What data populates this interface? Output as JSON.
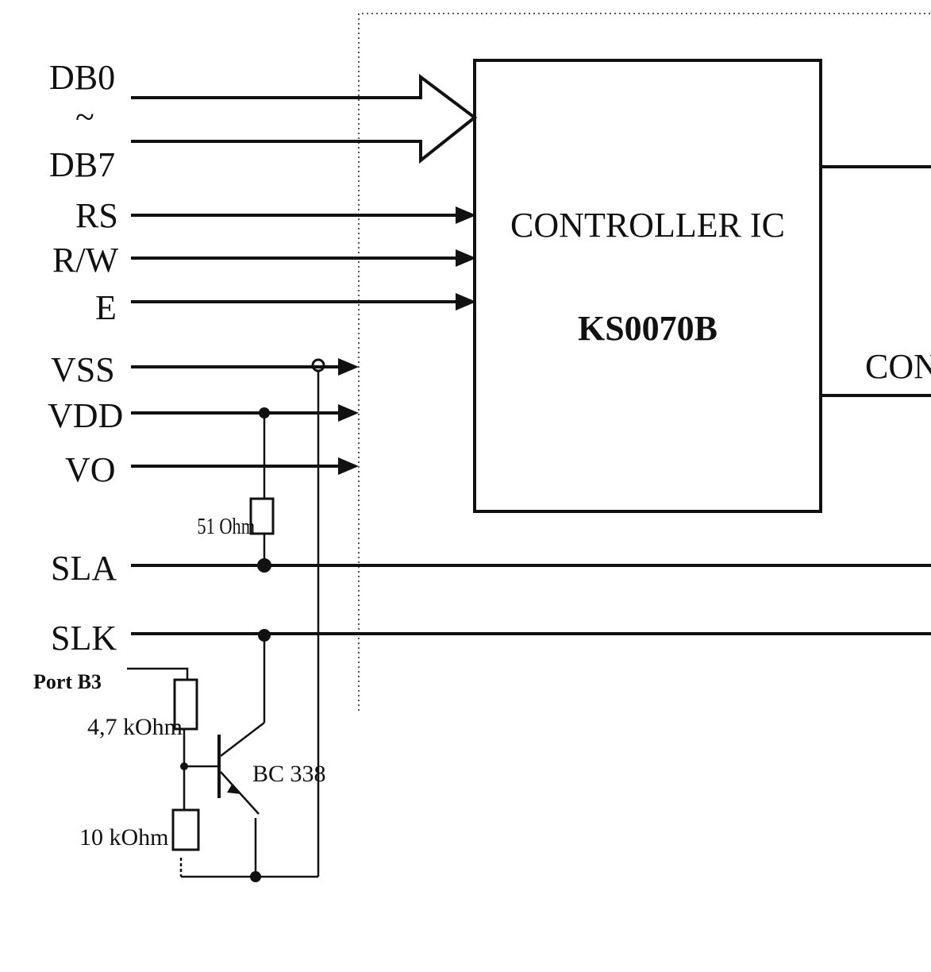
{
  "signals": {
    "db0": "DB0",
    "tilde": "~",
    "db7": "DB7",
    "rs": "RS",
    "rw": "R/W",
    "e": "E",
    "vss": "VSS",
    "vdd": "VDD",
    "vo": "VO",
    "sla": "SLA",
    "slk": "SLK"
  },
  "controller": {
    "title": "CONTROLLER IC",
    "part": "KS0070B"
  },
  "right_label": "CON",
  "components": {
    "r1": "51 Ohm",
    "port": "Port B3",
    "r2": "4,7 kOhm",
    "transistor": "BC 338",
    "r3": "10 kOhm"
  }
}
